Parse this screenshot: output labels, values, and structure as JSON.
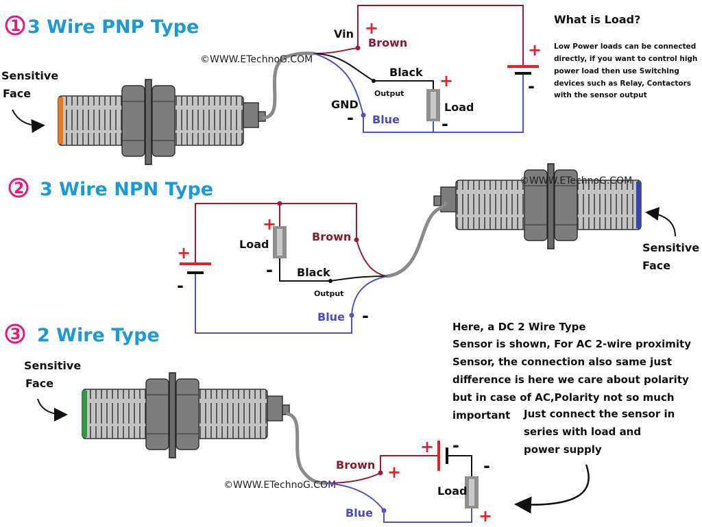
{
  "sections": [
    {
      "number": "1",
      "title": "3 Wire PNP Type"
    },
    {
      "number": "2",
      "title": "3 Wire NPN Type"
    },
    {
      "number": "3",
      "title": "2 Wire Type"
    }
  ],
  "watermark": "©WWW.ETechnoG.COM",
  "labels": {
    "sensitive": "Sensitive",
    "face": "Face",
    "vin": "Vin",
    "gnd": "GND",
    "brown": "Brown",
    "black": "Black",
    "blue": "Blue",
    "output": "Output",
    "load": "Load",
    "plus": "+",
    "minus": "-"
  },
  "load_info": {
    "heading": "What is Load?",
    "lines": [
      "Low Power loads can be connected",
      "directly, if you want to control high",
      "power load then use Switching",
      "devices such as Relay, Contactors",
      "with the sensor output"
    ]
  },
  "two_wire_note": {
    "lines": [
      "Here, a DC 2 Wire Type",
      "Sensor is shown, For AC 2-wire proximity",
      "Sensor, the connection also same just",
      "difference is here we care about polarity",
      " but in case of AC,Polarity not so much",
      " important"
    ],
    "lines2": [
      "Just connect the sensor in",
      "series with load and",
      "power supply"
    ]
  },
  "colors": {
    "title": "#1a9ad6",
    "number": "#e8177f",
    "face_pnp": "#e87722",
    "face_npn": "#3344aa",
    "face_2wire": "#2e9a3e",
    "brown_wire": "#9b1b30",
    "blue_wire": "#5050cc"
  }
}
